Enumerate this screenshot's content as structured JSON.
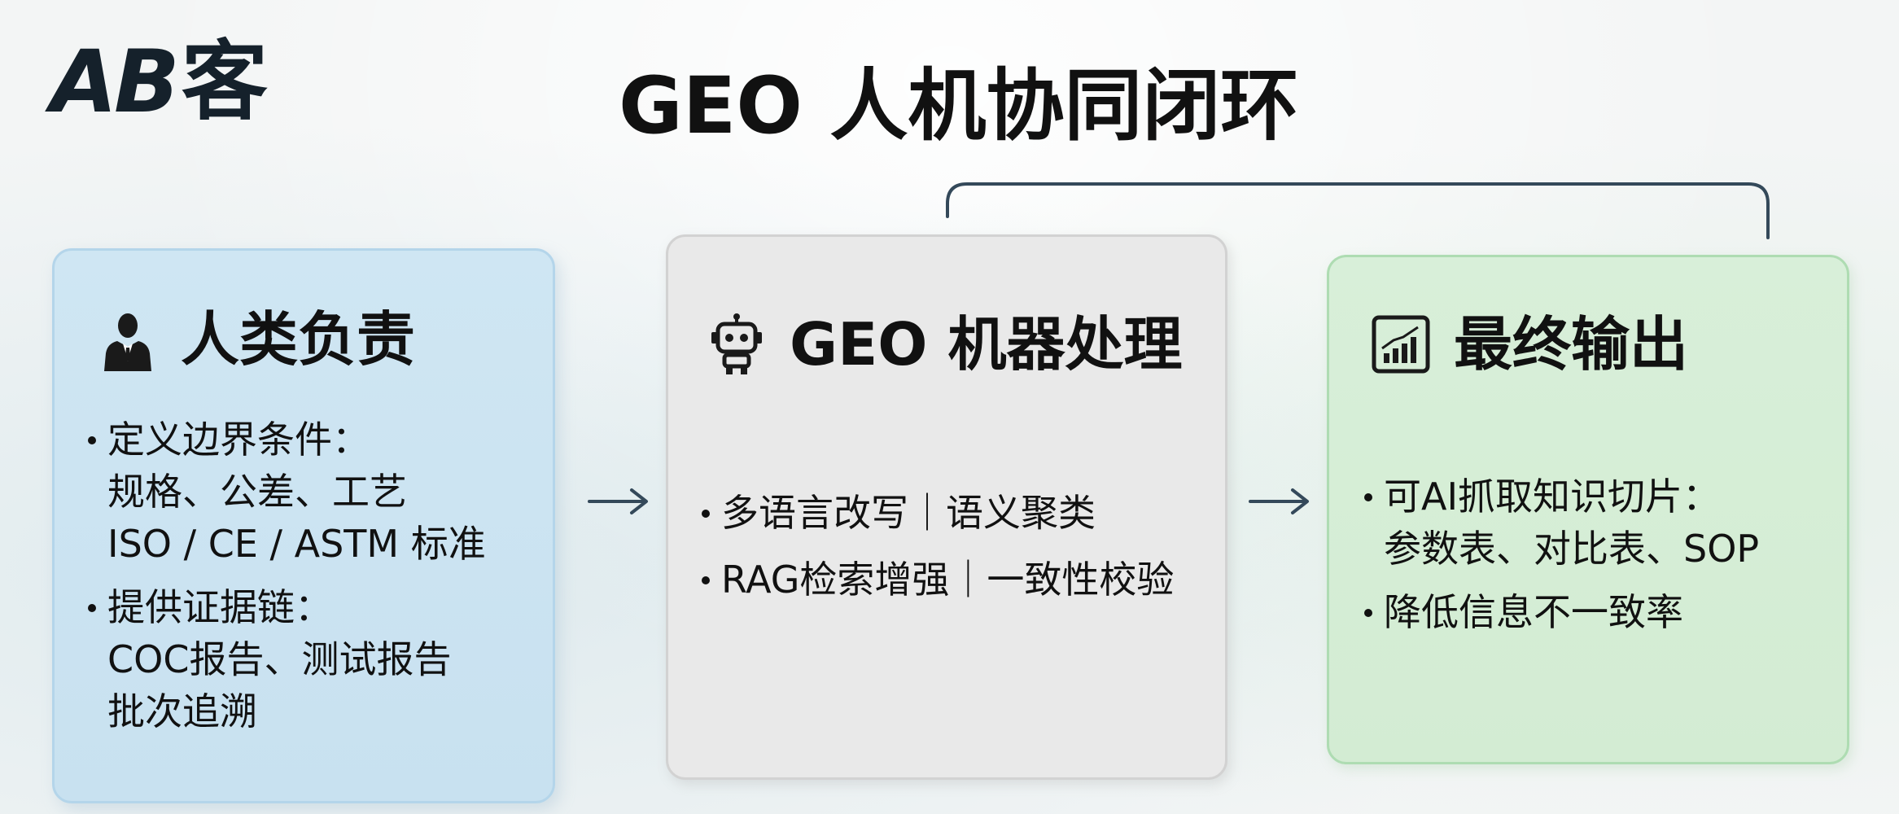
{
  "logo": {
    "latin": "AB",
    "cjk": "客"
  },
  "title": "GEO 人机协同闭环",
  "colors": {
    "human_card": "#cfe6f3",
    "machine_card": "#e9e9e9",
    "output_card": "#d8efd9",
    "connector": "#34495a"
  },
  "cards": {
    "human": {
      "icon": "person-in-suit-icon",
      "title": "人类负责",
      "items": [
        {
          "lines": [
            "定义边界条件：",
            "规格、公差、工艺",
            "ISO / CE / ASTM 标准"
          ]
        },
        {
          "lines": [
            "提供证据链：",
            "COC报告、测试报告",
            "批次追溯"
          ]
        }
      ]
    },
    "machine": {
      "icon": "robot-icon",
      "title": "GEO 机器处理",
      "items": [
        {
          "lines": [
            "多语言改写｜语义聚类"
          ]
        },
        {
          "lines": [
            "RAG检索增强｜一致性校验"
          ]
        }
      ]
    },
    "output": {
      "icon": "bar-chart-icon",
      "title": "最终输出",
      "items": [
        {
          "lines": [
            "可AI抓取知识切片：",
            "参数表、对比表、SOP"
          ]
        },
        {
          "lines": [
            "降低信息不一致率"
          ]
        }
      ]
    }
  }
}
